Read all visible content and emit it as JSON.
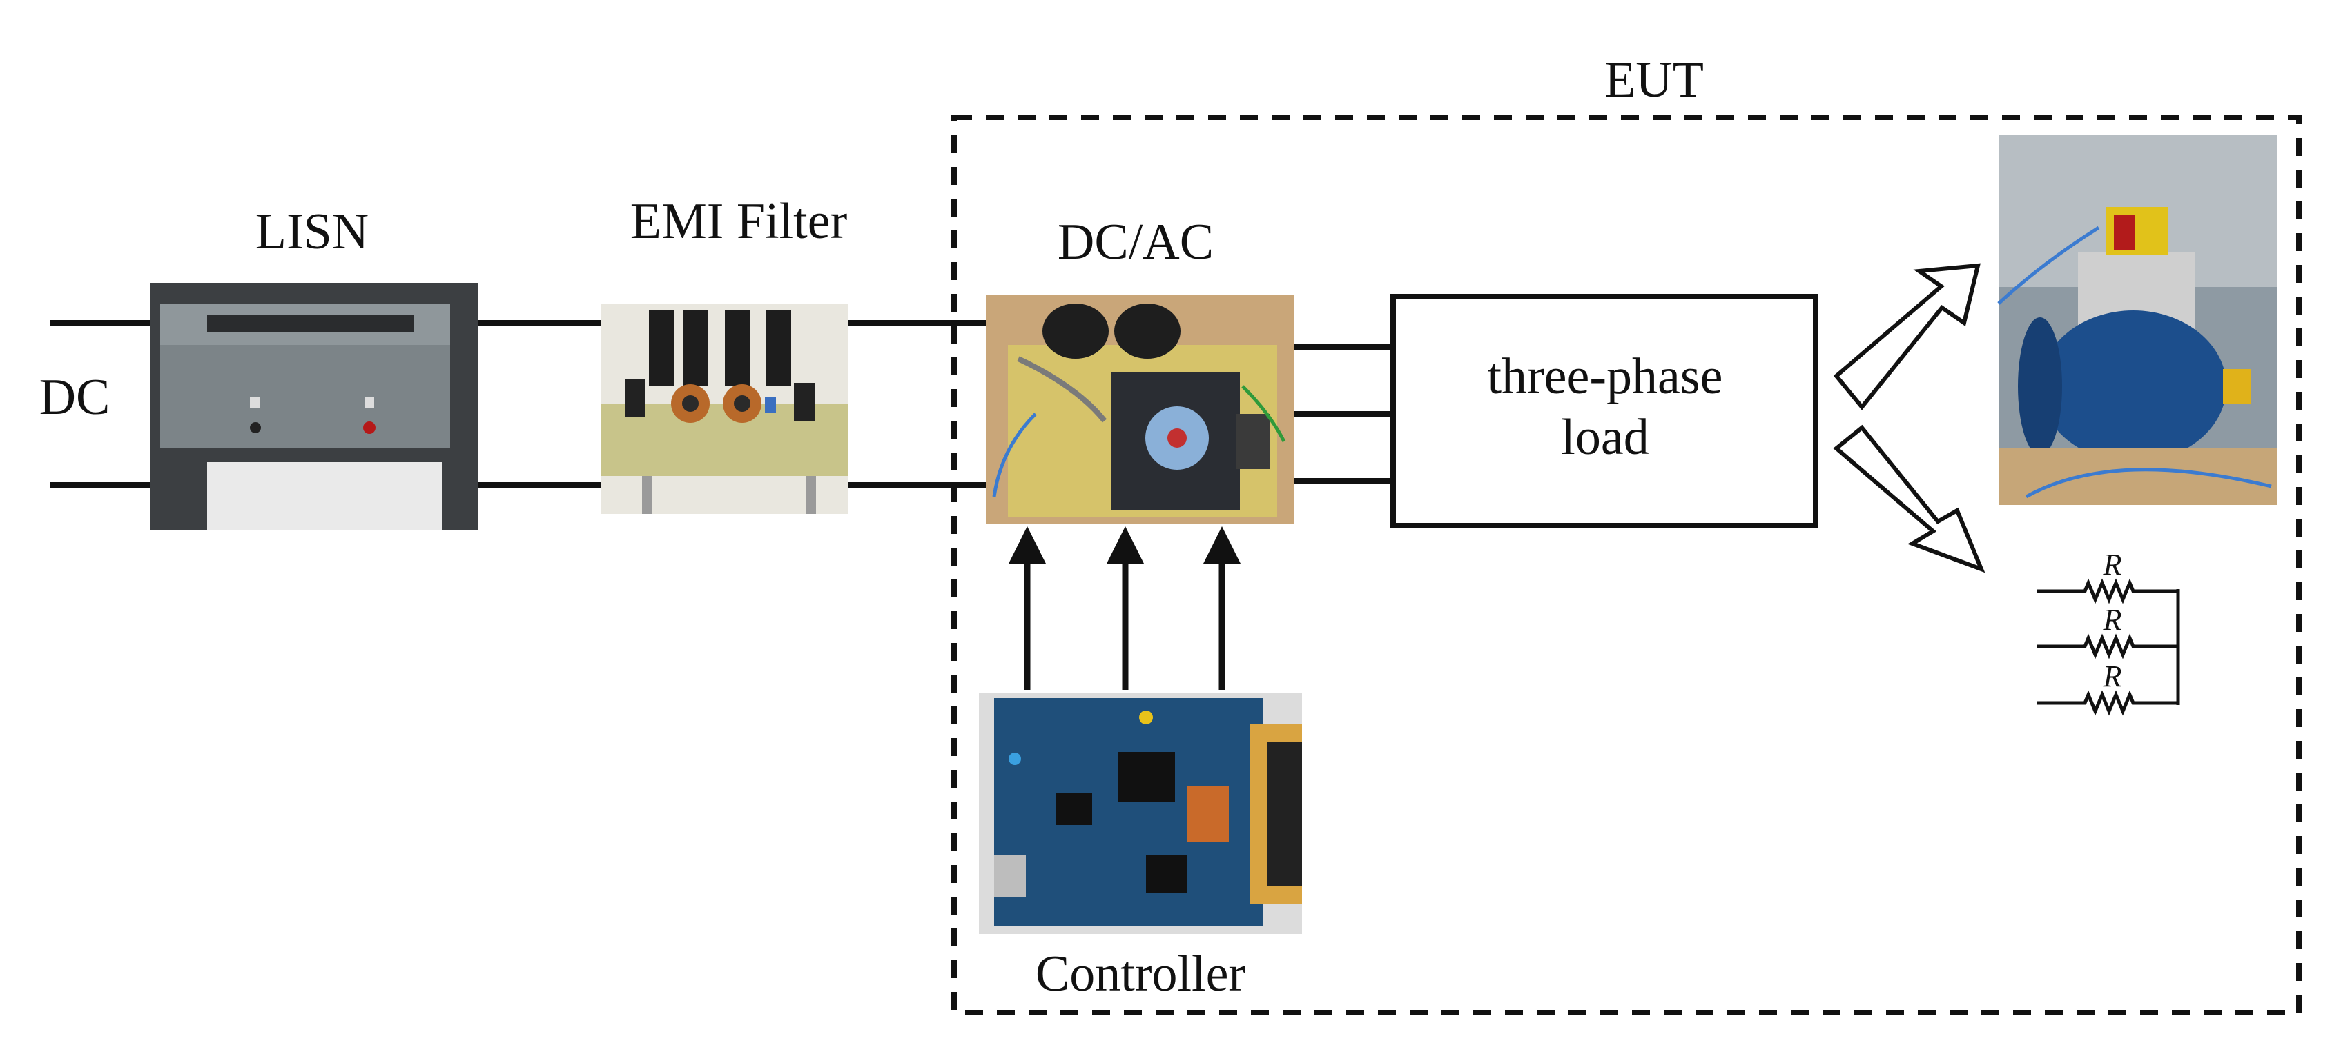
{
  "labels": {
    "dc": "DC",
    "lisn": "LISN",
    "emi_filter": "EMI Filter",
    "dcac": "DC/AC",
    "eut": "EUT",
    "load_line1": "three-phase",
    "load_line2": "load",
    "controller": "Controller",
    "resistor": "R"
  },
  "photos": {
    "lisn": "lisn-device-photo",
    "emi_filter": "emi-filter-board-photo",
    "dcac": "inverter-board-photo",
    "controller": "fpga-controller-board-photo",
    "motor": "induction-motor-photo"
  },
  "colors": {
    "line": "#111111",
    "lisn_body": "#7c8488",
    "pcb_green": "#c8c48a",
    "wood": "#c9a679",
    "fpga_blue": "#1f4f7a",
    "motor_blue": "#1c4e8c"
  }
}
